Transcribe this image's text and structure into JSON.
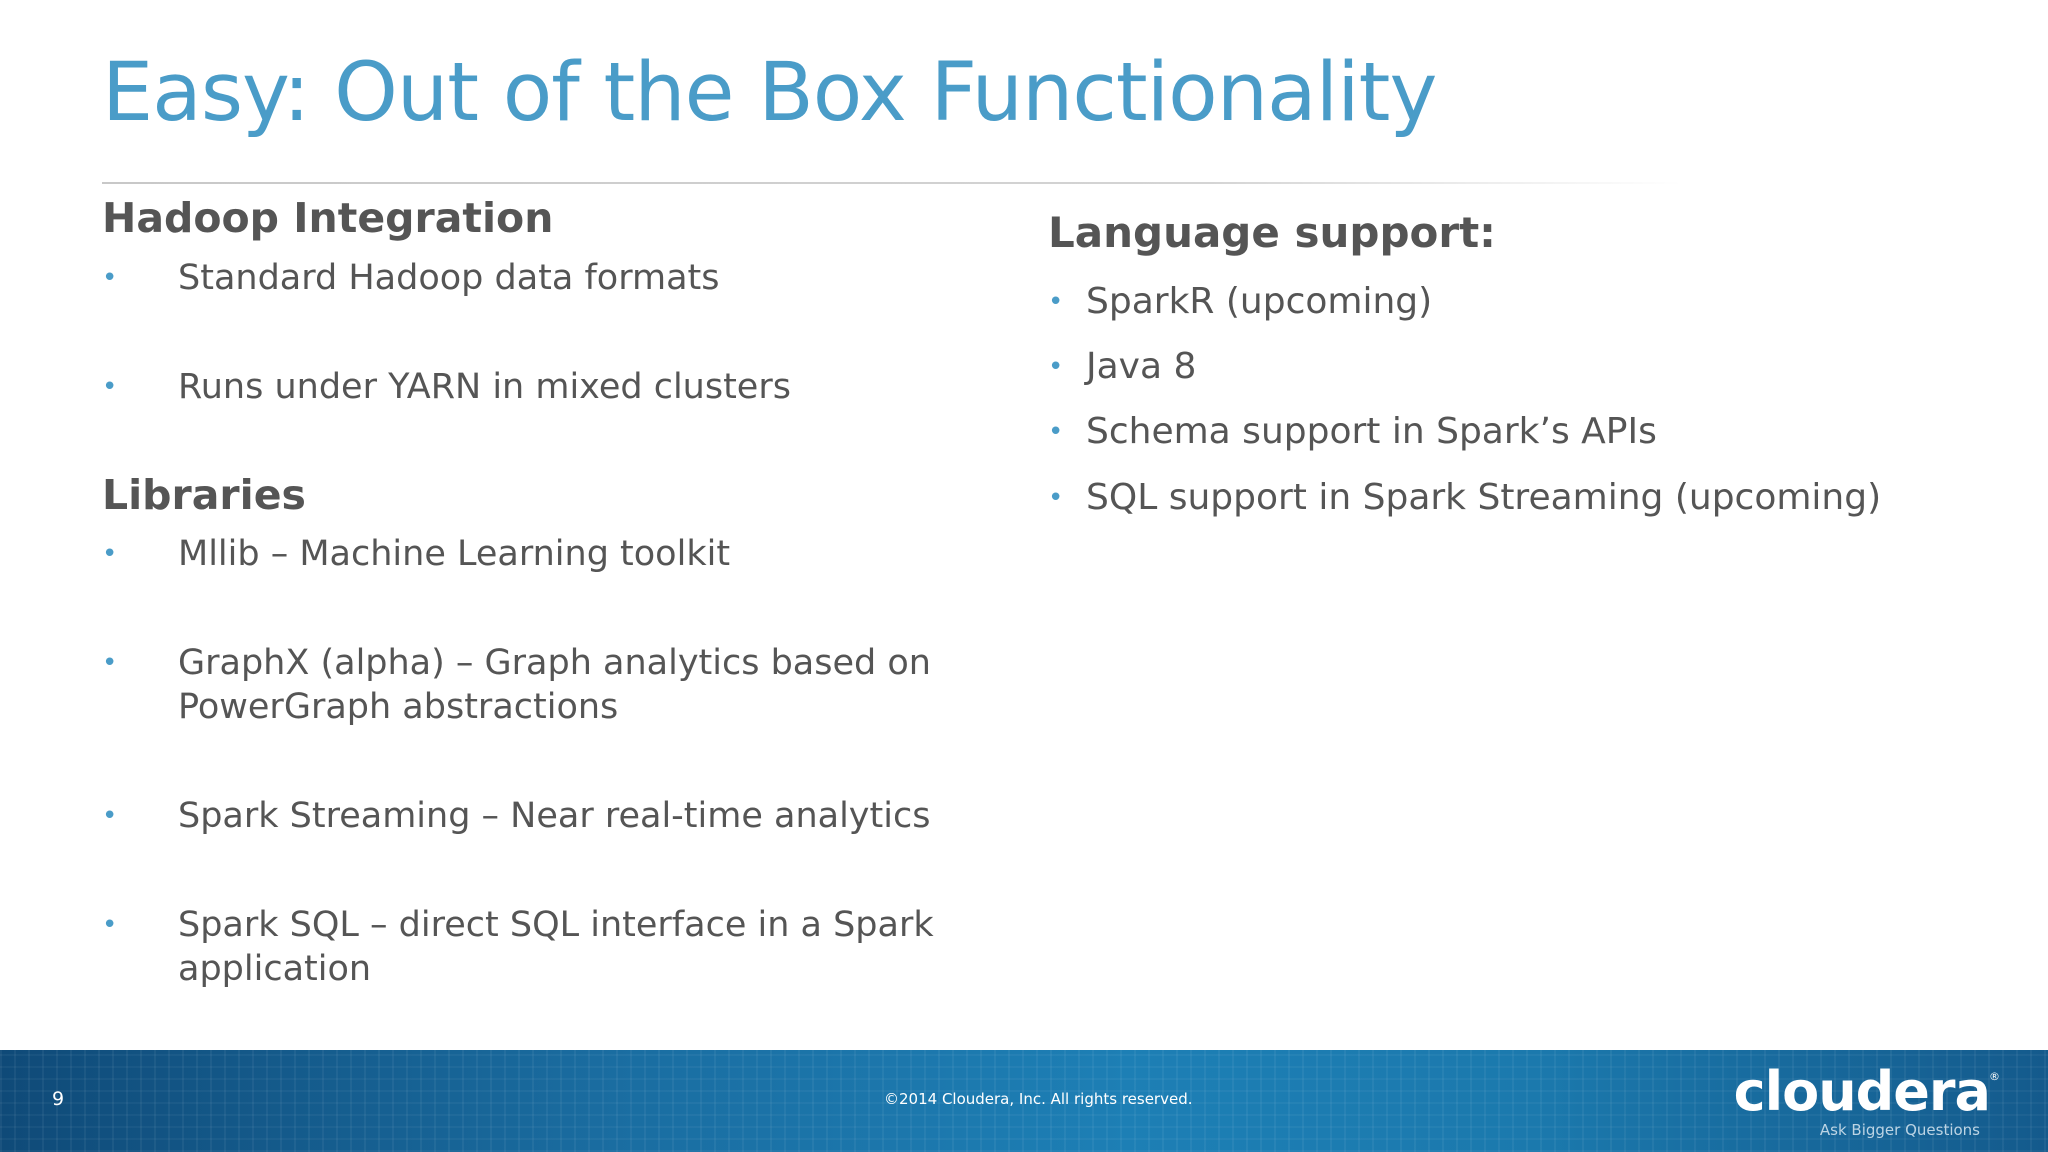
{
  "slide": {
    "title": "Easy: Out of the Box Functionality",
    "left_column": {
      "hadoop_heading": "Hadoop Integration",
      "hadoop_items": [
        "Standard Hadoop data formats",
        "Runs under YARN in mixed clusters"
      ],
      "libraries_heading": "Libraries",
      "libraries_items": [
        "Mllib – Machine Learning toolkit",
        "GraphX (alpha) – Graph analytics based on",
        "PowerGraph abstractions",
        "Spark Streaming – Near real-time analytics",
        "Spark SQL – direct SQL interface in a Spark",
        "application"
      ]
    },
    "right_column": {
      "language_heading": "Language support:",
      "language_items": [
        "SparkR (upcoming)",
        "Java 8",
        "Schema support in Spark’s APIs",
        "SQL support in Spark Streaming (upcoming)"
      ]
    },
    "bullet_glyph": "•"
  },
  "footer": {
    "page_number": "9",
    "copyright": "©2014 Cloudera, Inc. All rights reserved.",
    "logo_text": "cloudera",
    "logo_registered": "®",
    "logo_tagline": "Ask Bigger Questions"
  },
  "colors": {
    "title": "#4a9cc8",
    "body_text": "#555555",
    "bullet": "#4a9cc8",
    "footer_bar": "#1a6da1"
  }
}
